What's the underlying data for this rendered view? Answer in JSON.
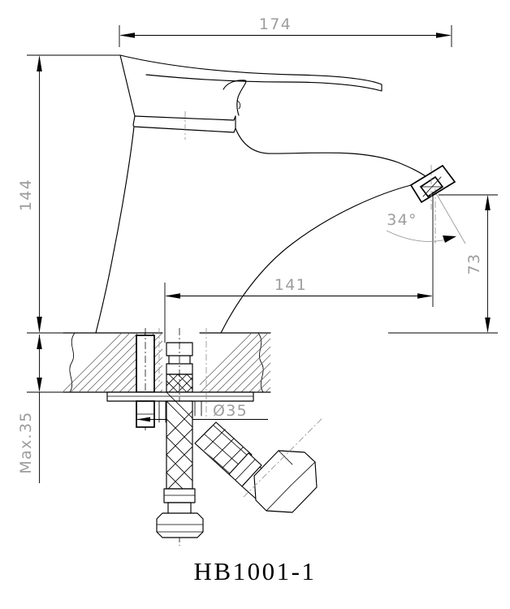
{
  "drawing": {
    "title": "HB1001-1",
    "background_color": "#ffffff",
    "line_color": "#000000",
    "dimension_text_color": "#9d9d9d",
    "hatch_color": "#5b5b5b",
    "subject": "single-lever basin mixer tap technical drawing",
    "view": "side elevation with sectioned counter top"
  },
  "dimensions": {
    "overall_width": {
      "label": "174",
      "orientation": "horizontal",
      "position": "top",
      "unit_implied": "mm"
    },
    "overall_height": {
      "label": "144",
      "orientation": "vertical-rotated",
      "position": "left",
      "unit_implied": "mm"
    },
    "counter_thickness": {
      "label": "Max.35",
      "orientation": "vertical-rotated",
      "position": "left-lower",
      "unit_implied": "mm"
    },
    "spout_reach": {
      "label": "141",
      "orientation": "horizontal",
      "position": "middle",
      "unit_implied": "mm"
    },
    "spout_height": {
      "label": "73",
      "orientation": "vertical-rotated",
      "position": "right",
      "unit_implied": "mm"
    },
    "mounting_hole_diameter": {
      "label": "Ø35",
      "orientation": "horizontal",
      "position": "below-counter",
      "unit_implied": "mm"
    },
    "aerator_angle": {
      "label": "34°",
      "orientation": "horizontal",
      "position": "right-spout-tip"
    }
  }
}
